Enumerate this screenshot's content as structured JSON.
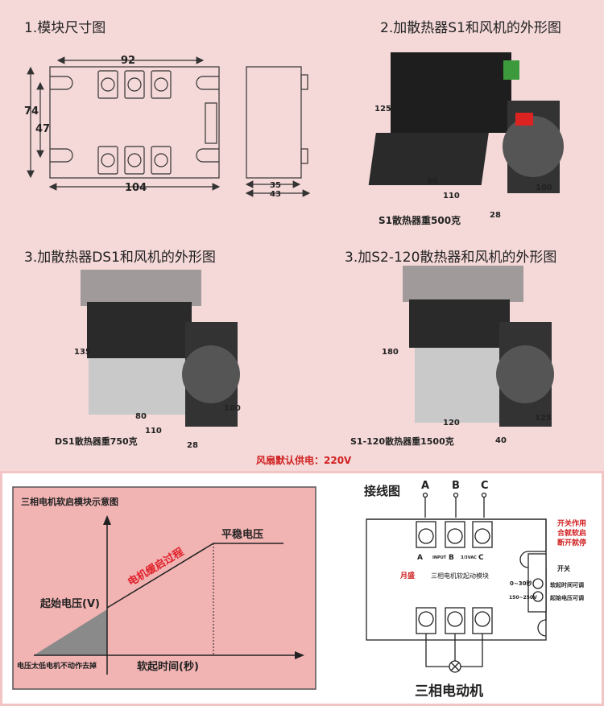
{
  "section1": {
    "title": "1.模块尺寸图",
    "dims": {
      "width_inner": "92",
      "width_outer": "104",
      "height_outer": "74",
      "height_inner": "47",
      "depth_inner": "35",
      "depth_outer": "43"
    }
  },
  "section2": {
    "title": "2.加散热器S1和风机的外形图",
    "dims": [
      "125",
      "80",
      "110",
      "28",
      "100"
    ],
    "caption": "S1散热器重500克"
  },
  "section3": {
    "title": "3.加散热器DS1和风机的外形图",
    "dims": [
      "135",
      "80",
      "110",
      "28",
      "100"
    ],
    "caption": "DS1散热器重750克"
  },
  "section4": {
    "title": "3.加S2-120散热器和风机的外形图",
    "dims": [
      "180",
      "120",
      "40",
      "125"
    ],
    "caption": "S1-120散热器重1500克"
  },
  "fan_note": "风扇默认供电：220V",
  "curve": {
    "title": "三相电机软启模块示意图",
    "start_voltage": "起始电压(V)",
    "steady_voltage": "平稳电压",
    "process": "电机缓启过程",
    "x_label": "软起时间(秒)",
    "low_note": "电压太低电机不动作去掉",
    "colors": {
      "bg": "#f2b3b3",
      "process": "#e0202a",
      "shade": "#8a8a8a"
    }
  },
  "wiring": {
    "title": "接线图",
    "phases": [
      "A",
      "B",
      "C"
    ],
    "input_labels": [
      "A",
      "INPUT",
      "B",
      "3/3VAC",
      "C"
    ],
    "brand": "月盛",
    "module_name": "三相电机软起动模块",
    "switch_note": [
      "开关作用",
      "合就软启",
      "断开就停"
    ],
    "switch_label": "开关",
    "time_range": "0~30秒",
    "time_label": "软起时间可调",
    "voltage_range": "150~250V",
    "voltage_label": "起始电压可调",
    "motor": "三相电动机"
  }
}
